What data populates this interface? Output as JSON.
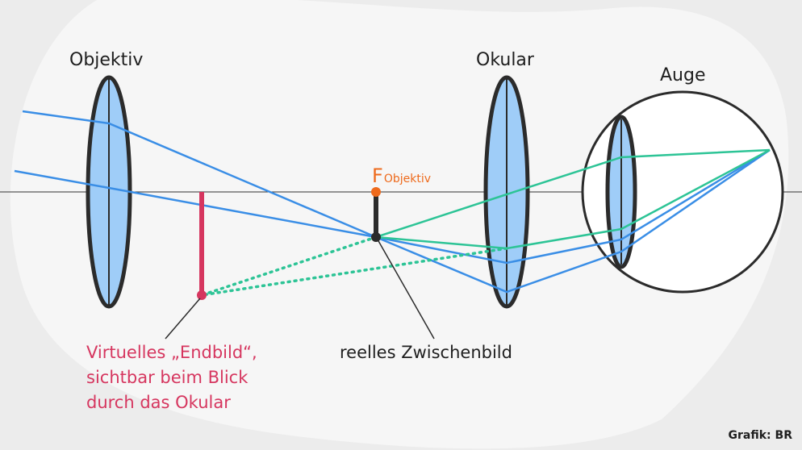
{
  "labels": {
    "objektiv": "Objektiv",
    "okular": "Okular",
    "auge": "Auge",
    "focal_symbol": "F",
    "focal_subscript": "Objektiv",
    "virtual_image_lines": [
      "Virtuelles „Endbild“,",
      "sichtbar beim Blick",
      "durch das Okular"
    ],
    "real_image": "reelles Zwischenbild",
    "credit": "Grafik: BR"
  },
  "colors": {
    "background": "#ececec",
    "lens_fill": "#9fcdf8",
    "lens_stroke": "#2b2b2b",
    "ray_blue": "#3a8ee6",
    "ray_green": "#2dc496",
    "virtual_image": "#d6365f",
    "focal_point": "#ee6a1c",
    "axis": "#333333"
  }
}
